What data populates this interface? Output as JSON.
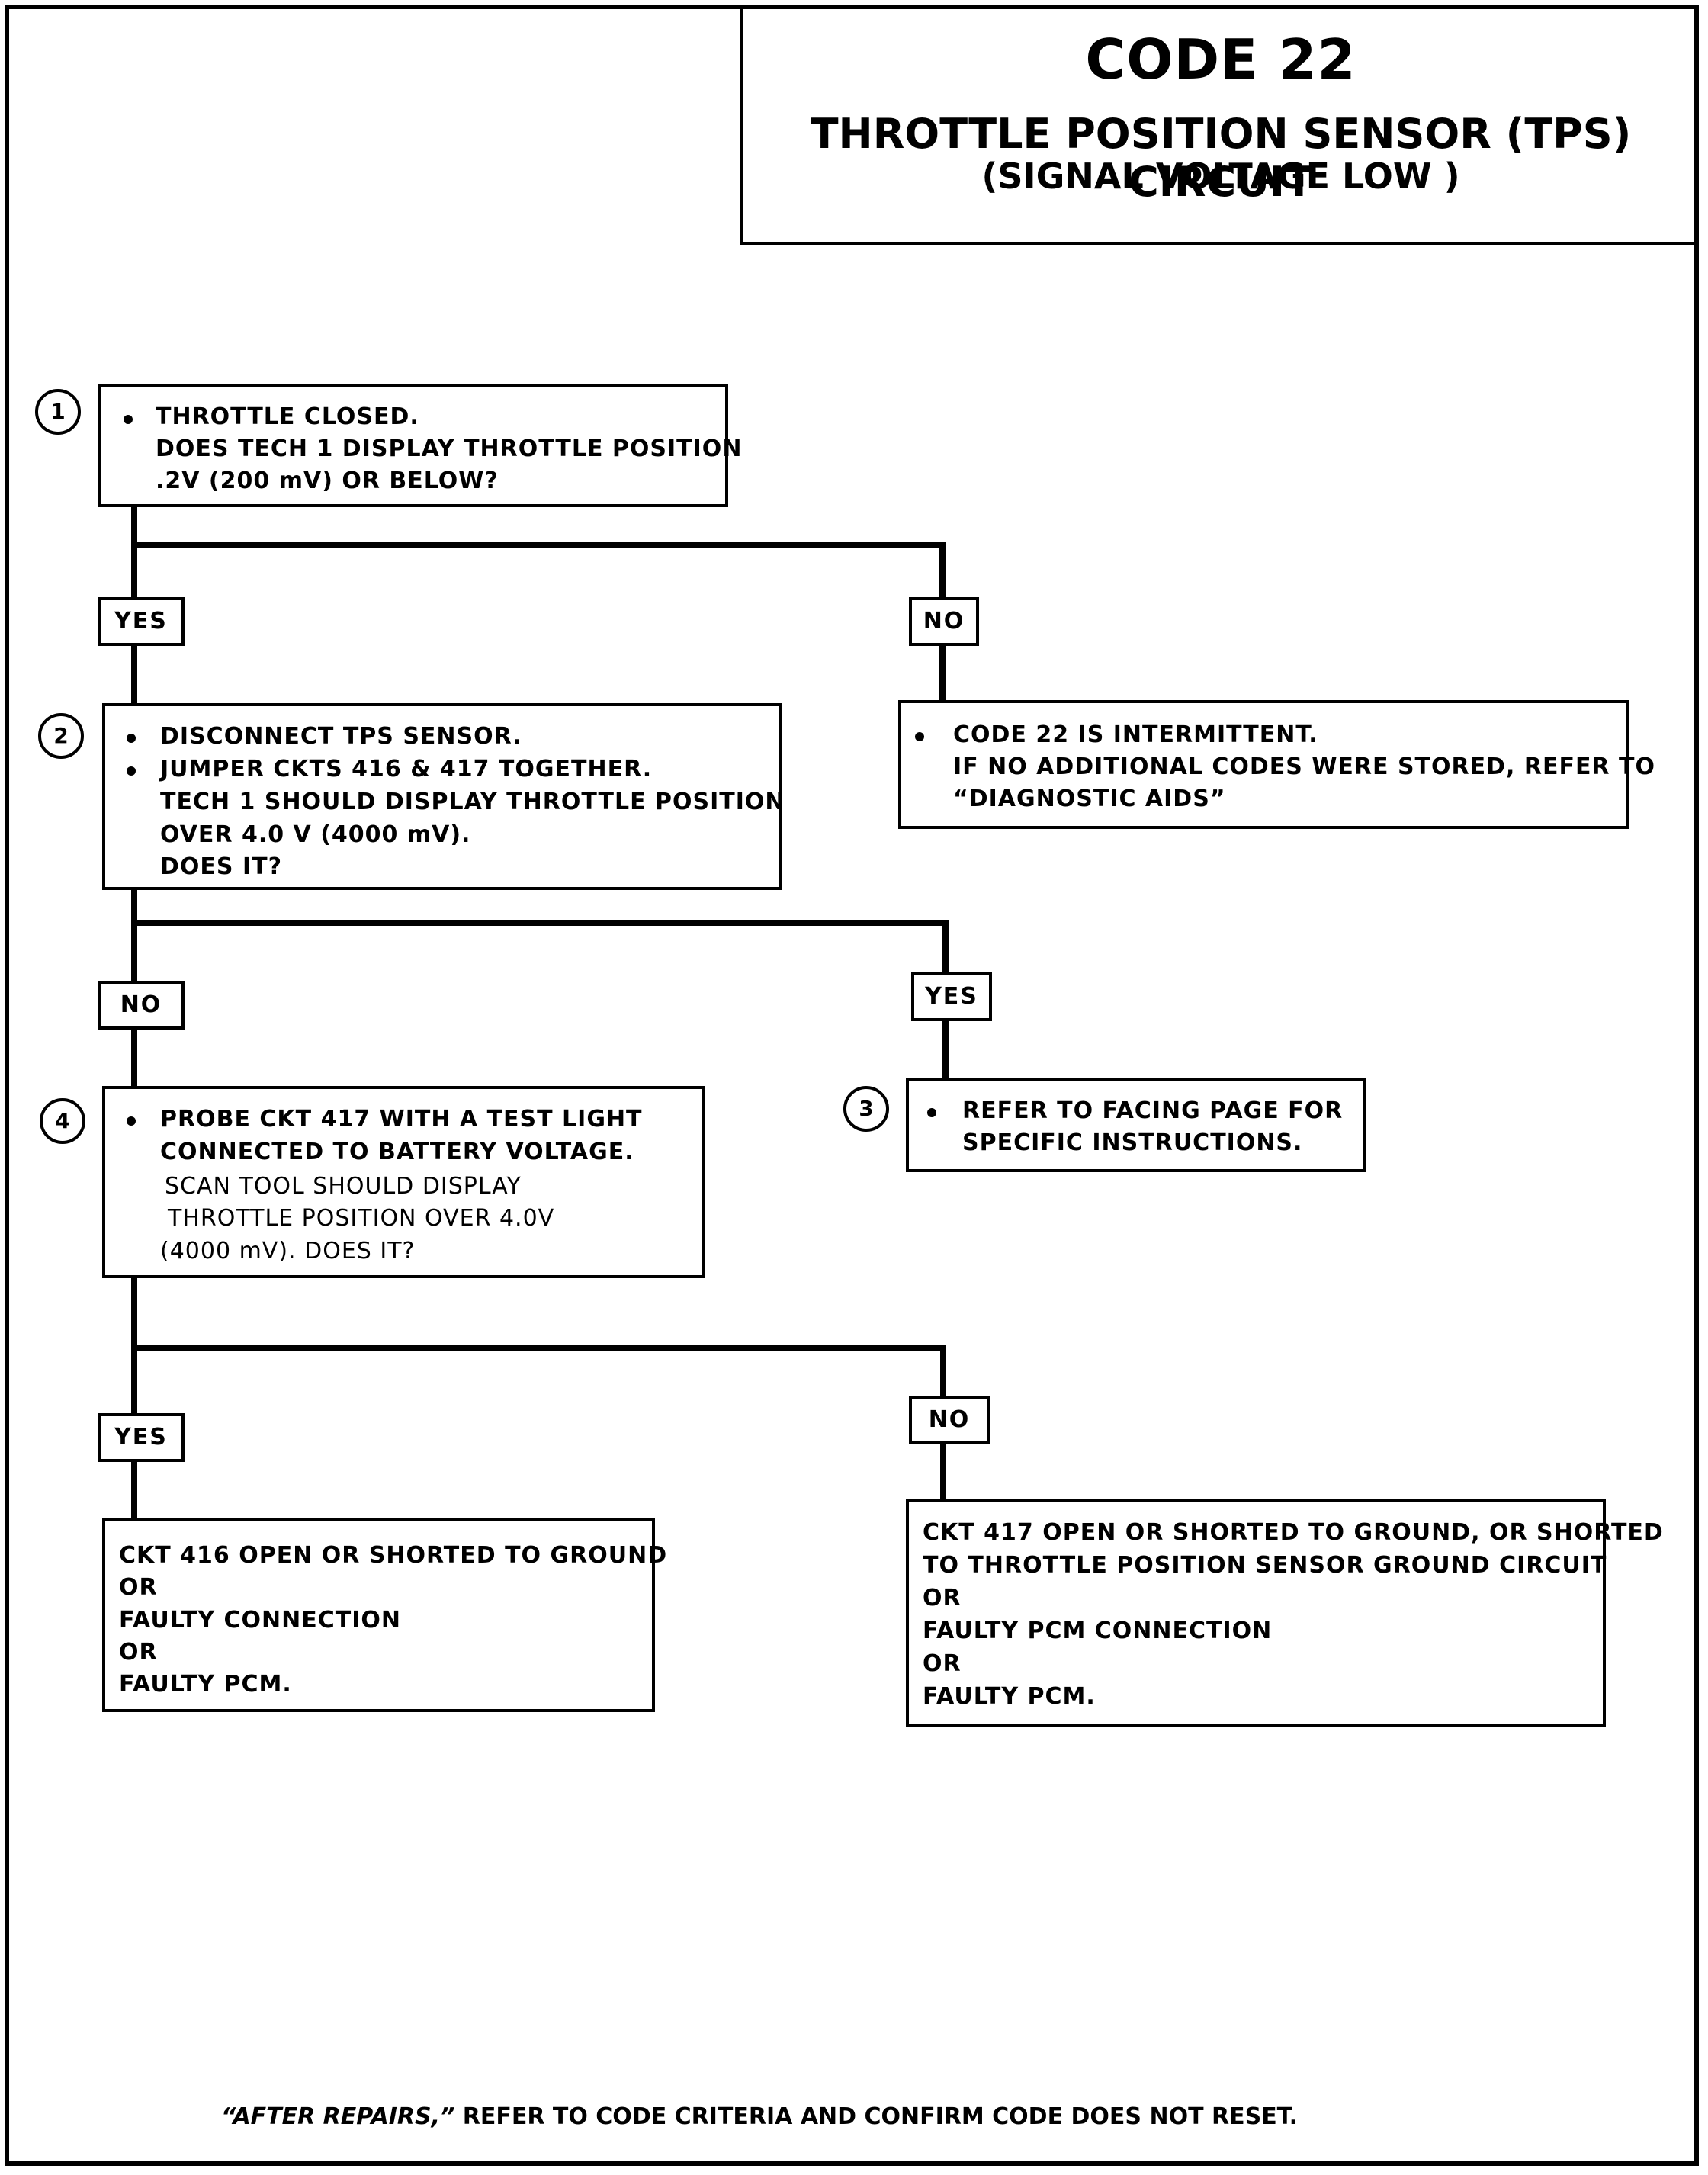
{
  "header": {
    "code": "CODE 22",
    "title": "THROTTLE POSITION SENSOR (TPS) CIRCUIT",
    "subtitle": "(SIGNAL VOLTAGE LOW )"
  },
  "steps": {
    "step1": {
      "number": "1",
      "lines": [
        "THROTTLE CLOSED.",
        "DOES TECH 1 DISPLAY THROTTLE POSITION",
        ".2V (200 mV) OR BELOW?"
      ]
    },
    "step2": {
      "number": "2",
      "lines": [
        "DISCONNECT TPS SENSOR.",
        "JUMPER CKTS 416 & 417 TOGETHER.",
        "TECH 1 SHOULD DISPLAY THROTTLE POSITION",
        "OVER 4.0 V (4000 mV).",
        "DOES IT?"
      ]
    },
    "step3": {
      "number": "3",
      "lines": [
        "REFER TO FACING PAGE FOR",
        "SPECIFIC INSTRUCTIONS."
      ]
    },
    "step4": {
      "number": "4",
      "lines": [
        "PROBE CKT 417 WITH A TEST LIGHT",
        "CONNECTED TO BATTERY VOLTAGE.",
        "SCAN  TOOL  SHOULD DISPLAY",
        "THROTTLE  POSITION OVER 4.0V",
        "(4000 mV). DOES IT?"
      ]
    },
    "intermittent": {
      "lines": [
        "CODE 22 IS INTERMITTENT.",
        "IF NO ADDITIONAL CODES WERE STORED, REFER  TO",
        "“DIAGNOSTIC AIDS”"
      ]
    },
    "result_left": {
      "lines": [
        "CKT 416 OPEN OR SHORTED TO GROUND",
        "OR",
        "FAULTY CONNECTION",
        "OR",
        "FAULTY PCM."
      ]
    },
    "result_right": {
      "lines": [
        "CKT 417 OPEN OR SHORTED TO GROUND, OR SHORTED",
        "TO THROTTLE POSITION SENSOR GROUND CIRCUIT",
        "OR",
        "FAULTY PCM CONNECTION",
        "OR",
        "FAULTY PCM."
      ]
    }
  },
  "answers": {
    "yes": "YES",
    "no": "NO"
  },
  "footer": {
    "emphasis": "“AFTER REPAIRS,”",
    "text": " REFER TO CODE CRITERIA  AND CONFIRM CODE DOES NOT RESET."
  }
}
